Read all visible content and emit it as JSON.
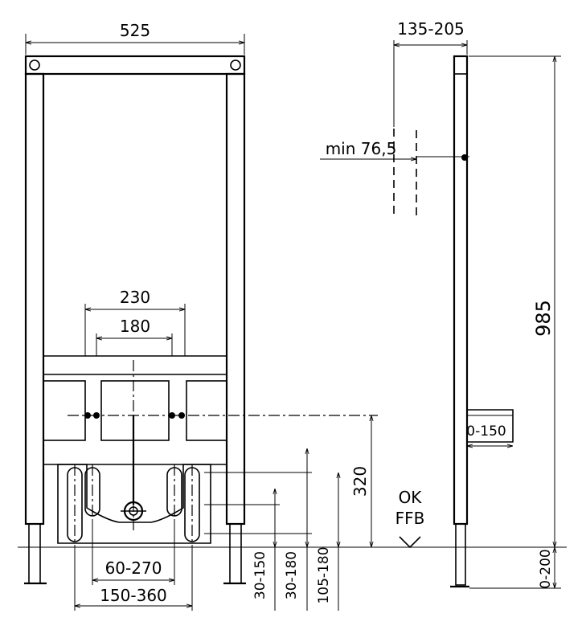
{
  "drawing": {
    "front_view": {
      "width_label": "525",
      "outer_spacing_label": "230",
      "inner_spacing_label": "180",
      "outlet_spacing_min_label": "60-270",
      "outlet_spacing_max_label": "150-360",
      "height_label": "320",
      "vertical_labels": [
        "30-150",
        "30-180",
        "105-180"
      ]
    },
    "side_view": {
      "depth_label": "135-205",
      "min_label": "min 76,5",
      "total_height_label": "985",
      "bracket_label": "0-150",
      "foot_label": "0-200",
      "floor_label_line1": "OK",
      "floor_label_line2": "FFB"
    }
  }
}
